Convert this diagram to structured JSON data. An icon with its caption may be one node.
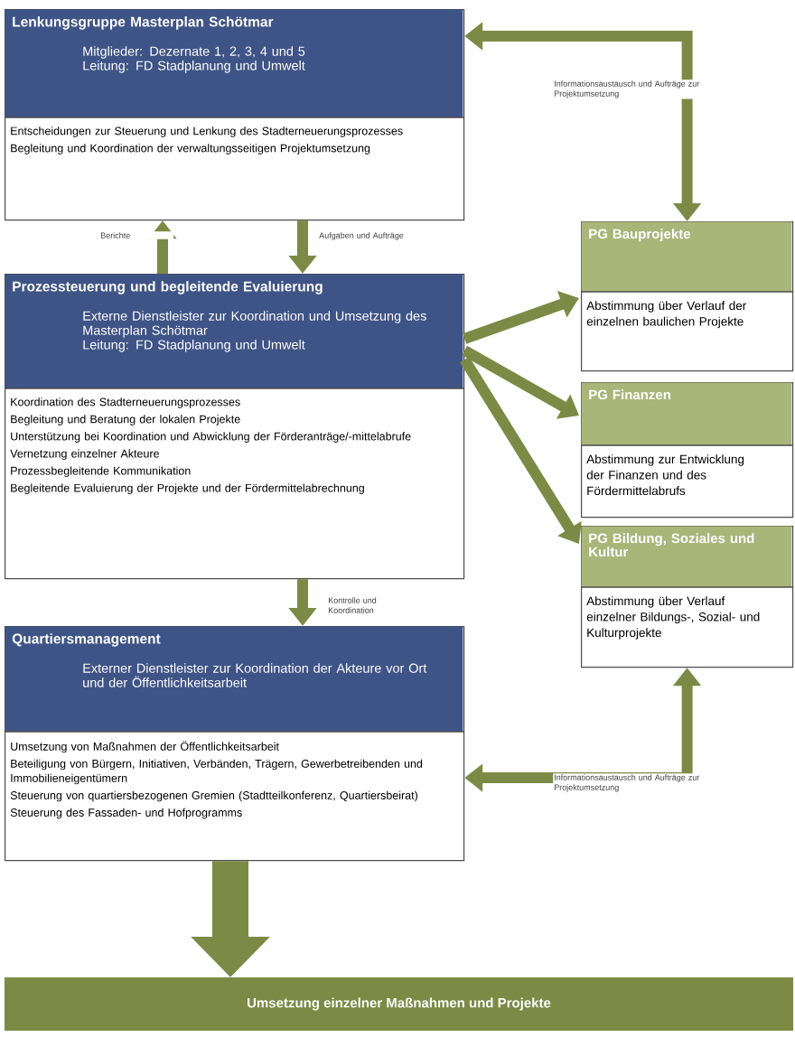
{
  "diagram": {
    "nodes": [
      {
        "text": [
          "Lenkungsgruppe Masterplan Schötmar",
          "Mitglieder: Dezernate 1, 2, 3, 4 und 5",
          "Leitung: FD Stadplanung und Umwelt",
          "Entscheidungen zur Steuerung und Lenkung des Stadterneuerungsprozesses",
          "Begleitung und Koordination der verwaltungsseitigen Projektumsetzung"
        ]
      },
      {
        "text": [
          "Prozessteuerung und begleitende Evaluierung",
          "Externe Dienstleister zur Koordination und Umsetzung des Masterplan Schötmar",
          "Leitung: FD Stadplanung und Umwelt",
          "Koordination des Stadterneuerungsprozesses",
          "Begleitung und Beratung der lokalen Projekte",
          "Unterstützung bei Koordination und Abwicklung der Förderanträge/-mittelabrufe",
          "Vernetzung einzelner Akteure",
          "Prozessbegleitende Kommunikation",
          "Begleitende Evaluierung der Projekte und der Fördermittelabrechnung"
        ]
      },
      {
        "text": [
          "Quartiersmanagement",
          "Externer Dienstleister zur Koordination der Akteure vor Ort und der Öffentlichkeitsarbeit",
          "Umsetzung von Maßnahmen der Öffentlichkeitsarbeit",
          "Beteiligung von Bürgern, Initiativen, Verbänden, Trägern, Gewerbetreibenden und Immobilieneigentümern",
          "Steuerung von quartiersbezogenen Gremien (Stadtteilkonferenz, Quartiersbeirat)",
          "Steuerung des Fassaden- und Hofprogramms"
        ]
      },
      {
        "text": [
          "PG Bauprojekte",
          "Abstimmung über Verlauf der einzelnen baulichen Projekte"
        ]
      },
      {
        "text": [
          "PG Finanzen",
          "Abstimmung zur Entwicklung der Finanzen und des Fördermittelabrufs"
        ]
      },
      {
        "text": [
          "PG Bildung, Soziales und Kultur",
          "Abstimmung über Verlauf einzelner Bildungs-, Sozial- und Kulturprojekte"
        ]
      },
      {
        "text": [
          "Umsetzung einzelner Maßnahmen und Projekte"
        ]
      }
    ],
    "edges": [
      {
        "from": 0,
        "to": 3,
        "arrow": "both",
        "label": "Informationsaustausch und Aufträge zur Projektumsetzung"
      },
      {
        "from": 1,
        "to": 0,
        "arrow": "to",
        "label": "Berichte"
      },
      {
        "from": 0,
        "to": 1,
        "arrow": "to",
        "label": "Aufgaben und Aufträge"
      },
      {
        "from": 1,
        "to": 3,
        "arrow": "to"
      },
      {
        "from": 1,
        "to": 4,
        "arrow": "to"
      },
      {
        "from": 1,
        "to": 5,
        "arrow": "to"
      },
      {
        "from": 1,
        "to": 2,
        "arrow": "to",
        "label": "Kontrolle und Koordination"
      },
      {
        "from": 2,
        "to": 5,
        "arrow": "both",
        "label": "Informationsaustausch und Aufträge zur Projektumsetzung"
      },
      {
        "from": 2,
        "to": 6,
        "arrow": "to",
        "style": "thick"
      }
    ]
  }
}
